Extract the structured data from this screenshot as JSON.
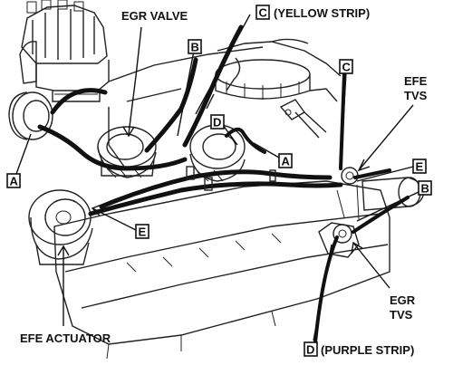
{
  "diagram": {
    "labels": {
      "egr_valve": "EGR VALVE",
      "yellow_strip": "(YELLOW STRIP)",
      "efe_tvs_line1": "EFE",
      "efe_tvs_line2": "TVS",
      "egr_tvs_line1": "EGR",
      "egr_tvs_line2": "TVS",
      "efe_actuator": "EFE ACTUATOR",
      "purple_strip": "(PURPLE STRIP)"
    },
    "hose_tags": {
      "c_top": "C",
      "b_top": "B",
      "c_right": "C",
      "d_mid": "D",
      "a_mid": "A",
      "a_left": "A",
      "e_right": "E",
      "b_right": "B",
      "e_left": "E",
      "d_bottom": "D"
    }
  }
}
